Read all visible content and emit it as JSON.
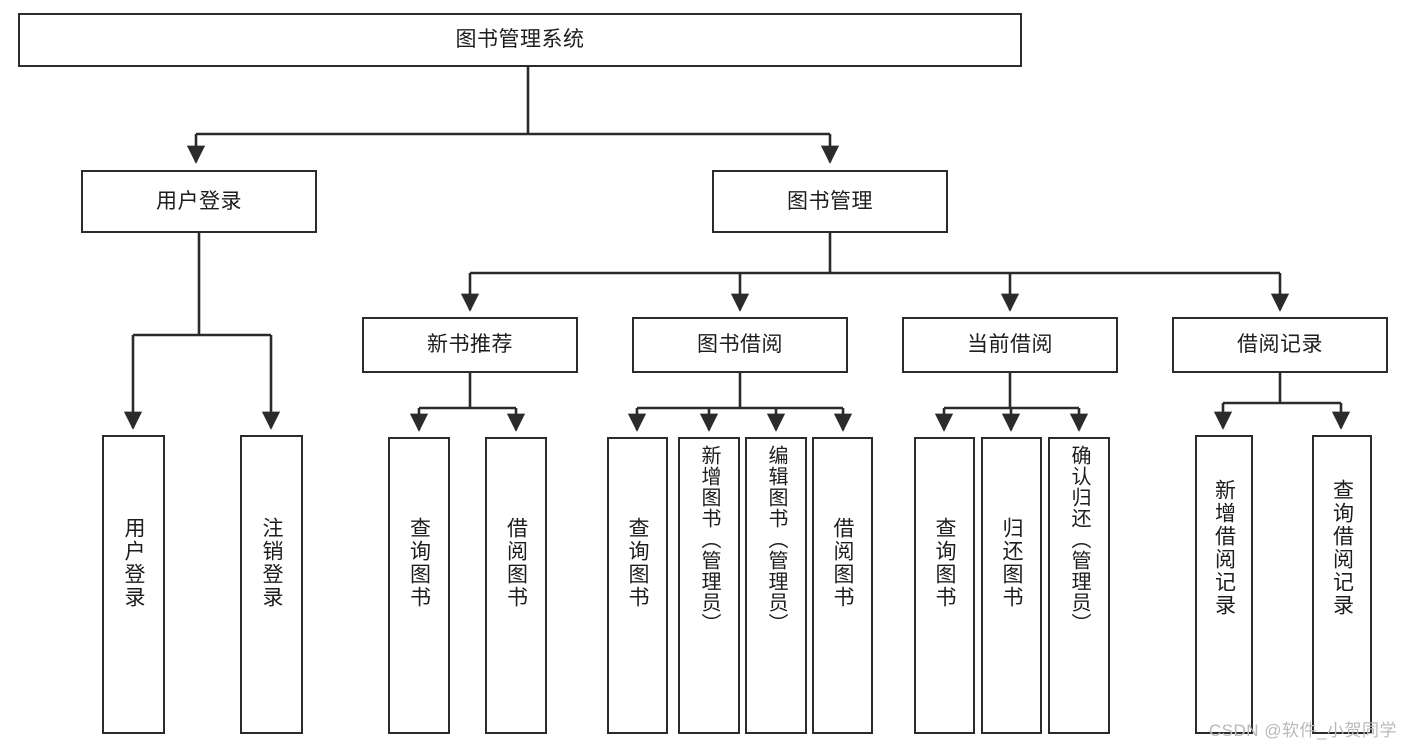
{
  "diagram": {
    "title": "图书管理系统",
    "type": "hierarchy-tree",
    "root": {
      "id": "root",
      "label": "图书管理系统"
    },
    "level2": [
      {
        "id": "user-login",
        "label": "用户登录"
      },
      {
        "id": "book-manage",
        "label": "图书管理"
      }
    ],
    "level3": [
      {
        "id": "new-book-recommend",
        "label": "新书推荐"
      },
      {
        "id": "book-borrow",
        "label": "图书借阅"
      },
      {
        "id": "current-borrow",
        "label": "当前借阅"
      },
      {
        "id": "borrow-record",
        "label": "借阅记录"
      }
    ],
    "leaves": [
      {
        "id": "leaf-user-login",
        "label": "用户登录",
        "parent": "user-login"
      },
      {
        "id": "leaf-logout-login",
        "label": "注销登录",
        "parent": "user-login"
      },
      {
        "id": "leaf-query-book-1",
        "label": "查询图书",
        "parent": "new-book-recommend"
      },
      {
        "id": "leaf-borrow-book-1",
        "label": "借阅图书",
        "parent": "new-book-recommend"
      },
      {
        "id": "leaf-query-book-2",
        "label": "查询图书",
        "parent": "book-borrow"
      },
      {
        "id": "leaf-add-book-admin",
        "label": "新增图书（管理员）",
        "parent": "book-borrow"
      },
      {
        "id": "leaf-edit-book-admin",
        "label": "编辑图书（管理员）",
        "parent": "book-borrow"
      },
      {
        "id": "leaf-borrow-book-2",
        "label": "借阅图书",
        "parent": "book-borrow"
      },
      {
        "id": "leaf-query-book-3",
        "label": "查询图书",
        "parent": "current-borrow"
      },
      {
        "id": "leaf-return-book",
        "label": "归还图书",
        "parent": "current-borrow"
      },
      {
        "id": "leaf-confirm-return-admin",
        "label": "确认归还（管理员）",
        "parent": "current-borrow"
      },
      {
        "id": "leaf-add-borrow-record",
        "label": "新增借阅记录",
        "parent": "borrow-record"
      },
      {
        "id": "leaf-query-borrow-record",
        "label": "查询借阅记录",
        "parent": "borrow-record"
      }
    ],
    "colors": {
      "stroke": "#2b2b2b",
      "fill": "#ffffff",
      "text": "#1d1d1d",
      "watermark": "#b9b9b9"
    }
  },
  "watermark": {
    "text": "CSDN @软件_小贺同学"
  }
}
